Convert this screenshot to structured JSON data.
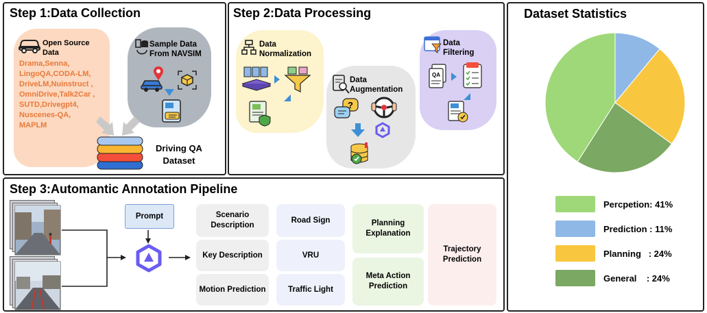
{
  "step1": {
    "title": "Step 1:Data Collection",
    "open_source_title": "Open Source Data",
    "datasets": "Drama,Senna, LingoQA,CODA-LM, DriveLM,Nuinstruct , OmniDrive,Talk2Car , SUTD,Drivegpt4, Nuscenes-QA, MAPLM",
    "sample_data": "Sample Data From NAVSIM",
    "qa_dataset": "Driving QA Dataset"
  },
  "step2": {
    "title": "Step 2:Data Processing",
    "normalization": "Data Normalization",
    "augmentation": "Data Augmentation",
    "filtering": "Data Filtering"
  },
  "step3": {
    "title": "Step 3:Automantic Annotation Pipeline",
    "prompt": "Prompt",
    "boxes": {
      "scenario": "Scenario Description",
      "key": "Key Description",
      "motion": "Motion Prediction",
      "road_sign": "Road Sign",
      "vru": "VRU",
      "traffic_light": "Traffic Light",
      "planning_expl": "Planning Explanation",
      "meta_action": "Meta Action Prediction",
      "trajectory": "Trajectory Prediction"
    }
  },
  "stats": {
    "title": "Dataset Statistics",
    "legend": [
      {
        "label": "Percpetion: 41%",
        "color": "#9fd878"
      },
      {
        "label": "Prediction : 11%",
        "color": "#8fb8e6"
      },
      {
        "label": "Planning   : 24%",
        "color": "#f9c73f"
      },
      {
        "label": "General    : 24%",
        "color": "#7ba862"
      }
    ]
  },
  "chart_data": {
    "type": "pie",
    "categories": [
      "Percpetion",
      "Prediction",
      "Planning",
      "General"
    ],
    "values": [
      41,
      11,
      24,
      24
    ],
    "colors": [
      "#9fd878",
      "#8fb8e6",
      "#f9c73f",
      "#7ba862"
    ],
    "title": "Dataset Statistics"
  }
}
